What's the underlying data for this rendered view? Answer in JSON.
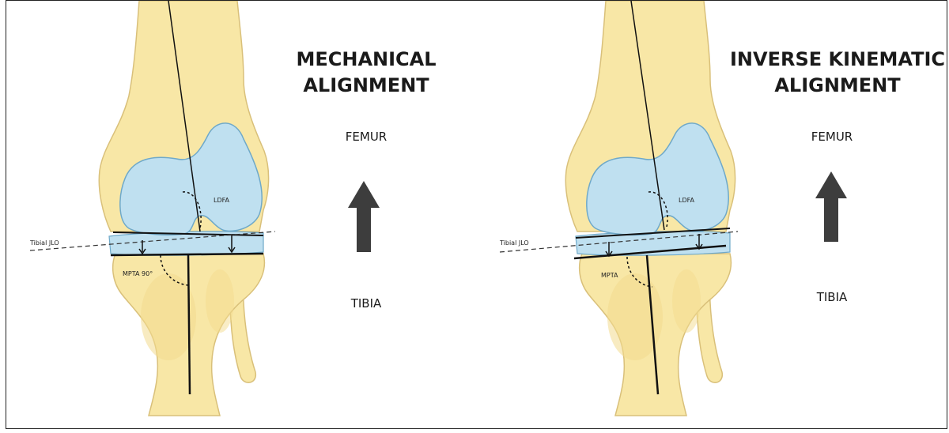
{
  "panels": [
    {
      "title_line1": "MECHANICAL",
      "title_line2": "ALIGNMENT",
      "femur_label": "FEMUR",
      "tibia_label": "TIBIA",
      "ldfa_label": "LDFA",
      "mpta_label": "MPTA 90°",
      "jlo_label": "Tibial JLO"
    },
    {
      "title_line1": "INVERSE KINEMATIC",
      "title_line2": "ALIGNMENT",
      "femur_label": "FEMUR",
      "tibia_label": "TIBIA",
      "ldfa_label": "LDFA",
      "mpta_label": "MPTA",
      "jlo_label": "Tibial JLO"
    }
  ],
  "colors": {
    "bone": "#f8e7a6",
    "bone_outline": "#d9c07a",
    "cartilage": "#bfe0f0",
    "cartilage_outline": "#6fa9c9",
    "arrow": "#3d3d3d",
    "line": "#111111"
  }
}
